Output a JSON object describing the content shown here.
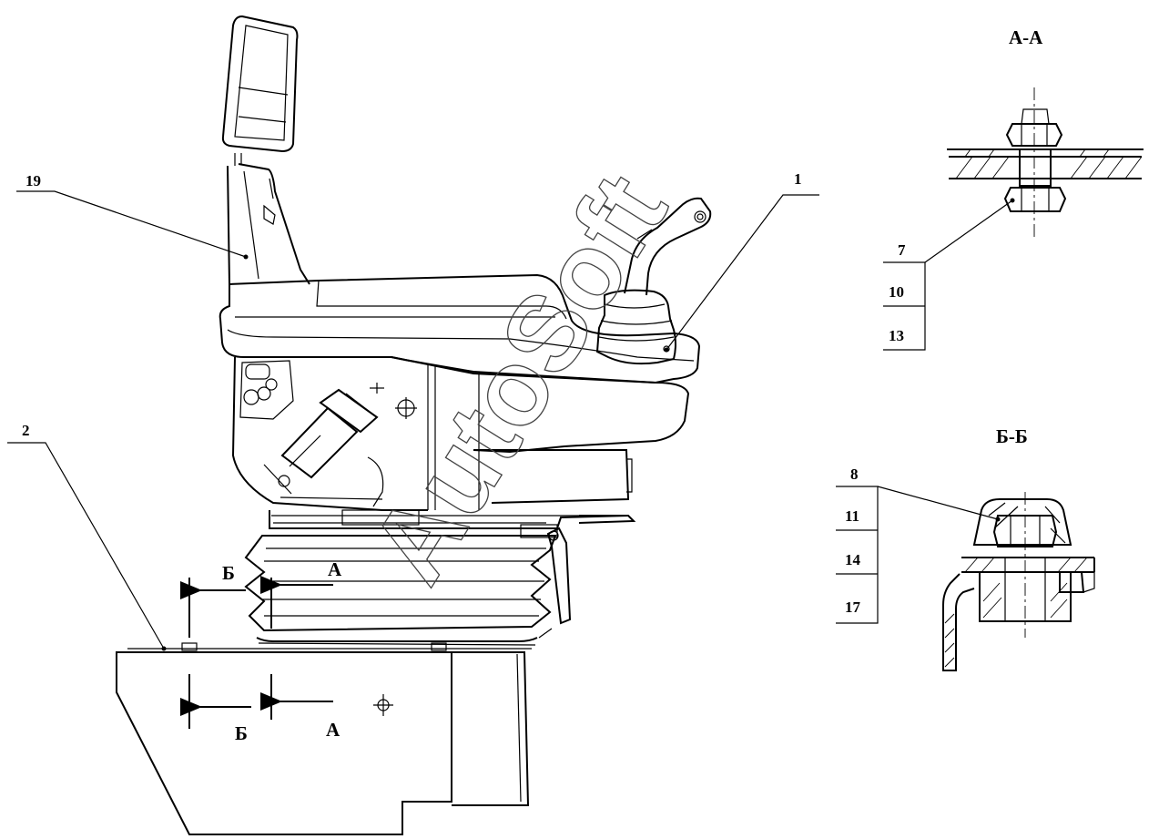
{
  "watermark": "AutoSoft",
  "section_titles": {
    "a_a": "А-А",
    "b_b": "Б-Б"
  },
  "callouts": {
    "p19": "19",
    "p1": "1",
    "p2": "2",
    "p7": "7",
    "p10": "10",
    "p13": "13",
    "p8": "8",
    "p11": "11",
    "p14": "14",
    "p17": "17"
  },
  "view_arrows": {
    "b_top": "Б",
    "a_top": "А",
    "b_bottom": "Б",
    "a_bottom": "А"
  }
}
